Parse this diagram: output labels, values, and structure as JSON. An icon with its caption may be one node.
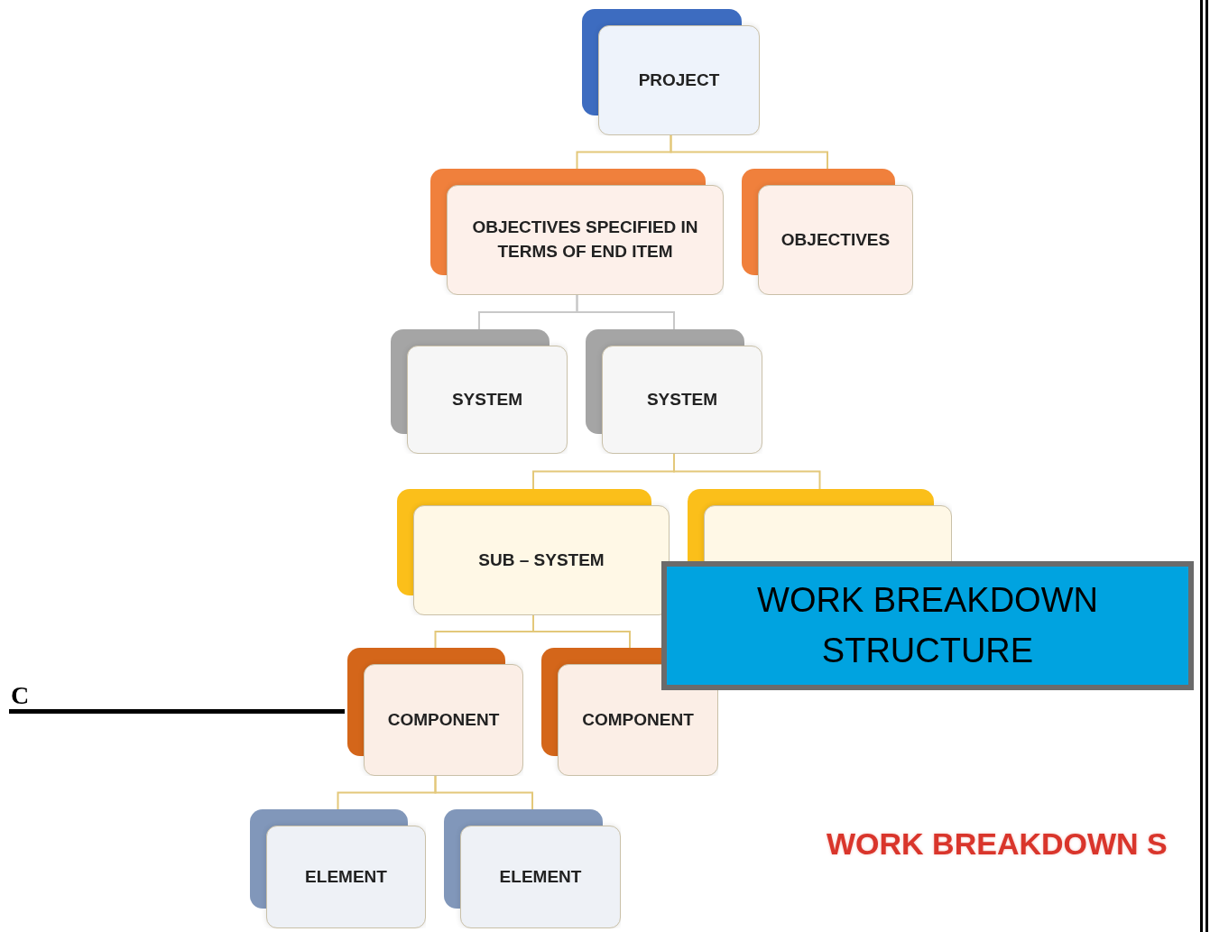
{
  "diagram": {
    "nodes": [
      {
        "text": [
          "PROJECT"
        ]
      },
      {
        "text": [
          "OBJECTIVES SPECIFIED IN TERMS OF END ITEM"
        ]
      },
      {
        "text": [
          "OBJECTIVES"
        ]
      },
      {
        "text": [
          "SYSTEM"
        ]
      },
      {
        "text": [
          "SYSTEM"
        ]
      },
      {
        "text": [
          "SUB – SYSTEM"
        ]
      },
      {
        "text": [],
        "shape": "box"
      },
      {
        "text": [
          "COMPONENT"
        ]
      },
      {
        "text": [
          "COMPONENT"
        ]
      },
      {
        "text": [
          "ELEMENT"
        ]
      },
      {
        "text": [
          "ELEMENT"
        ]
      },
      {
        "text": [
          "WORK BREAKDOWN STRUCTURE"
        ]
      }
    ],
    "edges": [
      {
        "from": 0,
        "to": 1,
        "arrow": "none"
      },
      {
        "from": 0,
        "to": 2,
        "arrow": "none"
      },
      {
        "from": 1,
        "to": 3,
        "arrow": "none",
        "color": "#c8c8c8"
      },
      {
        "from": 1,
        "to": 4,
        "arrow": "none",
        "color": "#c8c8c8"
      },
      {
        "from": 4,
        "to": 5,
        "arrow": "none"
      },
      {
        "from": 4,
        "to": 6,
        "arrow": "none"
      },
      {
        "from": 5,
        "to": 7,
        "arrow": "none"
      },
      {
        "from": 5,
        "to": 8,
        "arrow": "none"
      },
      {
        "from": 7,
        "to": 9,
        "arrow": "none"
      },
      {
        "from": 7,
        "to": 10,
        "arrow": "none"
      }
    ],
    "labels": [
      "C",
      "WORK BREAKDOWN S"
    ]
  }
}
